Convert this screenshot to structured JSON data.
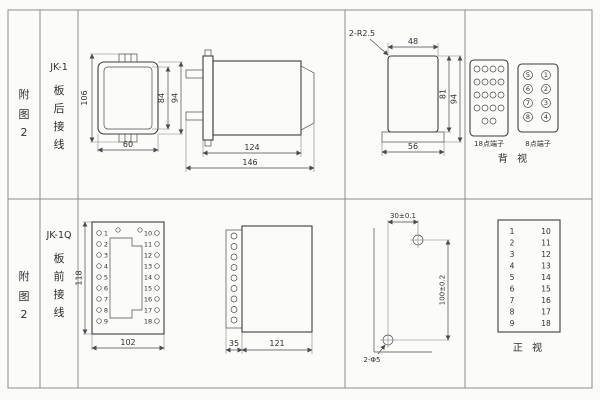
{
  "rows": {
    "r1": {
      "fig": [
        "附",
        "图",
        "2"
      ],
      "model": "JK-1",
      "wiring": [
        "板",
        "后",
        "接",
        "线"
      ],
      "front": {
        "total_h": "106",
        "inner_h": "84",
        "case_h": "94",
        "w": "60"
      },
      "side": {
        "body": "124",
        "total": "146"
      },
      "cutout": {
        "corner": "2-R2.5",
        "top_w": "48",
        "inner_h": "81",
        "outer_h": "94",
        "bottom_w": "56"
      },
      "back": {
        "b18": "18点端子",
        "b8": "8点端子",
        "view": "背 视",
        "left": [
          "5",
          "6",
          "7",
          "8"
        ],
        "right": [
          "1",
          "2",
          "3",
          "4"
        ]
      }
    },
    "r2": {
      "fig": [
        "附",
        "图",
        "2"
      ],
      "model": "JK-1Q",
      "wiring": [
        "板",
        "前",
        "接",
        "线"
      ],
      "front": {
        "h": "118",
        "w": "102"
      },
      "side": {
        "front_d": "35",
        "body_d": "121"
      },
      "drill": {
        "dx": "30±0.1",
        "dy": "100±0.2",
        "holes": "2-Φ5"
      },
      "terms": {
        "left": [
          "1",
          "2",
          "3",
          "4",
          "5",
          "6",
          "7",
          "8",
          "9"
        ],
        "right": [
          "10",
          "11",
          "12",
          "13",
          "14",
          "15",
          "16",
          "17",
          "18"
        ]
      },
      "view": "正 视"
    }
  }
}
